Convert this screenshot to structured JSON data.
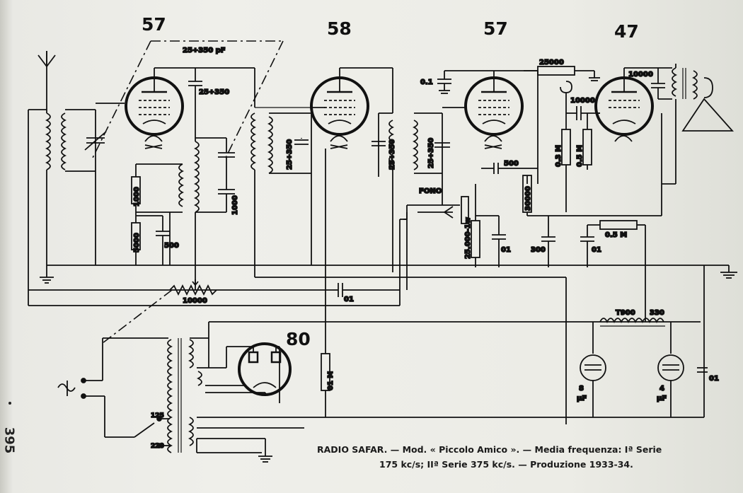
{
  "tubes": {
    "t1": "57",
    "t2": "58",
    "t3": "57",
    "t4": "47",
    "rect": "80"
  },
  "components": {
    "c_gang": "25÷350 pF",
    "c_25_350": "25÷350",
    "r_1000": "1000",
    "r_5000": "5000",
    "c_500a": "500",
    "c_1000b": "1000",
    "c_25_350b": "25÷350",
    "c_25_350c": "25÷350",
    "c_25_350d": "25÷350",
    "c_01a": "0.1",
    "r_25000": "25000",
    "c_10000a": "10000",
    "c_10000b": "10000",
    "c_500b": "500",
    "fono": "FONO",
    "r_30000": "30000",
    "r_03m": "0.3 M",
    "r_05m": "0.5 M",
    "r_25000_1w": "25.000-1w",
    "c_01b": "01",
    "c_300": "300",
    "c_01c": "01",
    "r_05m_b": "0.5 M",
    "pot_10000": "10000",
    "c_01d": "01",
    "choke_t900": "T900",
    "choke_330": "330",
    "r_01m": "01 M",
    "elec_8": "8",
    "elec_4": "4",
    "elec_unit": "μF",
    "c_01e": "01",
    "tap_125": "125",
    "tap_220": "220"
  },
  "caption": {
    "line1": "RADIO SAFAR. — Mod. « Piccolo Amico ». — Media frequenza: Iª Serie",
    "line2": "175 kc/s; IIª Serie 375 kc/s. — Produzione 1933-34."
  },
  "page_number": "395"
}
